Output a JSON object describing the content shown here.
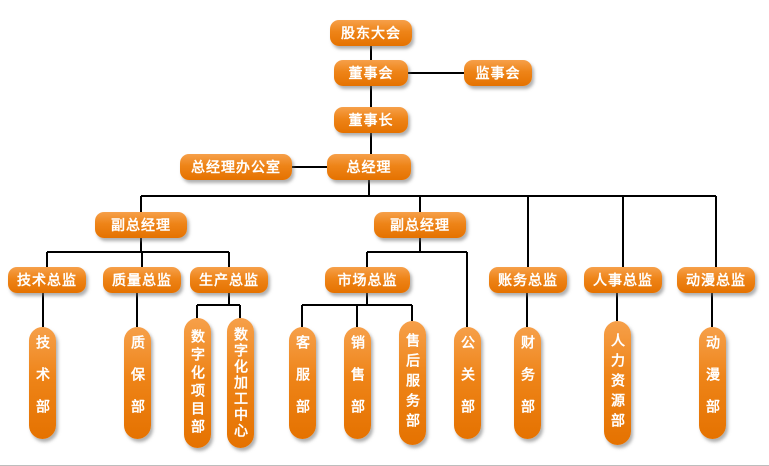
{
  "nodes": {
    "shareholders": {
      "label": "股东大会"
    },
    "board": {
      "label": "董事会"
    },
    "supervisory": {
      "label": "监事会"
    },
    "chairman": {
      "label": "董事长"
    },
    "gm_office": {
      "label": "总经理办公室"
    },
    "gm": {
      "label": "总经理"
    },
    "vgm_left": {
      "label": "副总经理"
    },
    "vgm_center": {
      "label": "副总经理"
    },
    "dir_tech": {
      "label": "技术总监"
    },
    "dir_quality": {
      "label": "质量总监"
    },
    "dir_production": {
      "label": "生产总监"
    },
    "dir_market": {
      "label": "市场总监"
    },
    "dir_accounting": {
      "label": "账务总监"
    },
    "dir_hr": {
      "label": "人事总监"
    },
    "dir_anime": {
      "label": "动漫总监"
    },
    "dept_tech": {
      "label": "技术部"
    },
    "dept_qa": {
      "label": "质保部"
    },
    "dept_digital_project": {
      "label": "数字化项目部"
    },
    "dept_digital_center": {
      "label": "数字化加工中心"
    },
    "dept_customer_service": {
      "label": "客服部"
    },
    "dept_sales": {
      "label": "销售部"
    },
    "dept_aftersales": {
      "label": "售后服务部"
    },
    "dept_pr": {
      "label": "公关部"
    },
    "dept_finance": {
      "label": "财务部"
    },
    "dept_hr": {
      "label": "人力资源部"
    },
    "dept_anime": {
      "label": "动漫部"
    }
  },
  "edges": [
    {
      "from": "shareholders",
      "to": "board"
    },
    {
      "from": "board",
      "to": "supervisory"
    },
    {
      "from": "board",
      "to": "chairman"
    },
    {
      "from": "chairman",
      "to": "gm"
    },
    {
      "from": "gm",
      "to": "gm_office"
    },
    {
      "from": "gm",
      "to": "vgm_left"
    },
    {
      "from": "gm",
      "to": "vgm_center"
    },
    {
      "from": "gm",
      "to": "dir_accounting"
    },
    {
      "from": "gm",
      "to": "dir_hr"
    },
    {
      "from": "gm",
      "to": "dir_anime"
    },
    {
      "from": "vgm_left",
      "to": "dir_tech"
    },
    {
      "from": "vgm_left",
      "to": "dir_quality"
    },
    {
      "from": "vgm_left",
      "to": "dir_production"
    },
    {
      "from": "vgm_center",
      "to": "dir_market"
    },
    {
      "from": "vgm_center",
      "to": "dept_pr"
    },
    {
      "from": "dir_tech",
      "to": "dept_tech"
    },
    {
      "from": "dir_quality",
      "to": "dept_qa"
    },
    {
      "from": "dir_production",
      "to": "dept_digital_project"
    },
    {
      "from": "dir_production",
      "to": "dept_digital_center"
    },
    {
      "from": "dir_market",
      "to": "dept_customer_service"
    },
    {
      "from": "dir_market",
      "to": "dept_sales"
    },
    {
      "from": "dir_market",
      "to": "dept_aftersales"
    },
    {
      "from": "dir_accounting",
      "to": "dept_finance"
    },
    {
      "from": "dir_hr",
      "to": "dept_hr"
    },
    {
      "from": "dir_anime",
      "to": "dept_anime"
    }
  ],
  "colors": {
    "node_fill_top": "#f6a04a",
    "node_fill_bottom": "#e57200",
    "node_text": "#ffffff",
    "connector": "#000000",
    "background": "#ffffff"
  }
}
